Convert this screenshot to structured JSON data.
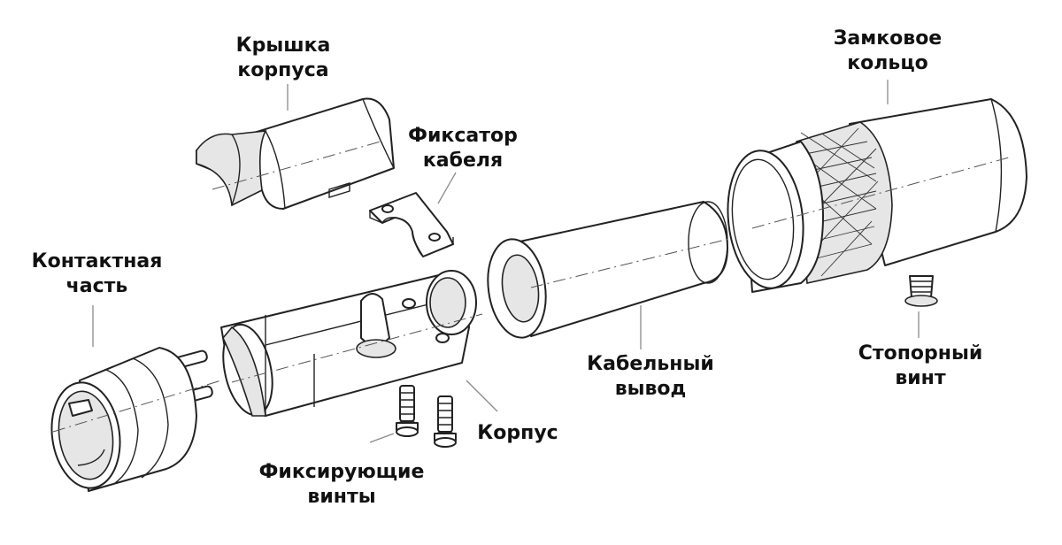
{
  "labels": {
    "cover": [
      "Крышка",
      "корпуса"
    ],
    "clamp": [
      "Фиксатор",
      "кабеля"
    ],
    "ring": [
      "Замковое",
      "кольцо"
    ],
    "contact": [
      "Контактная",
      "часть"
    ],
    "housing": [
      "Корпус"
    ],
    "screws": [
      "Фиксирующие",
      "винты"
    ],
    "outlet": [
      "Кабельный",
      "вывод"
    ],
    "setscrew": [
      "Стопорный",
      "винт"
    ]
  }
}
